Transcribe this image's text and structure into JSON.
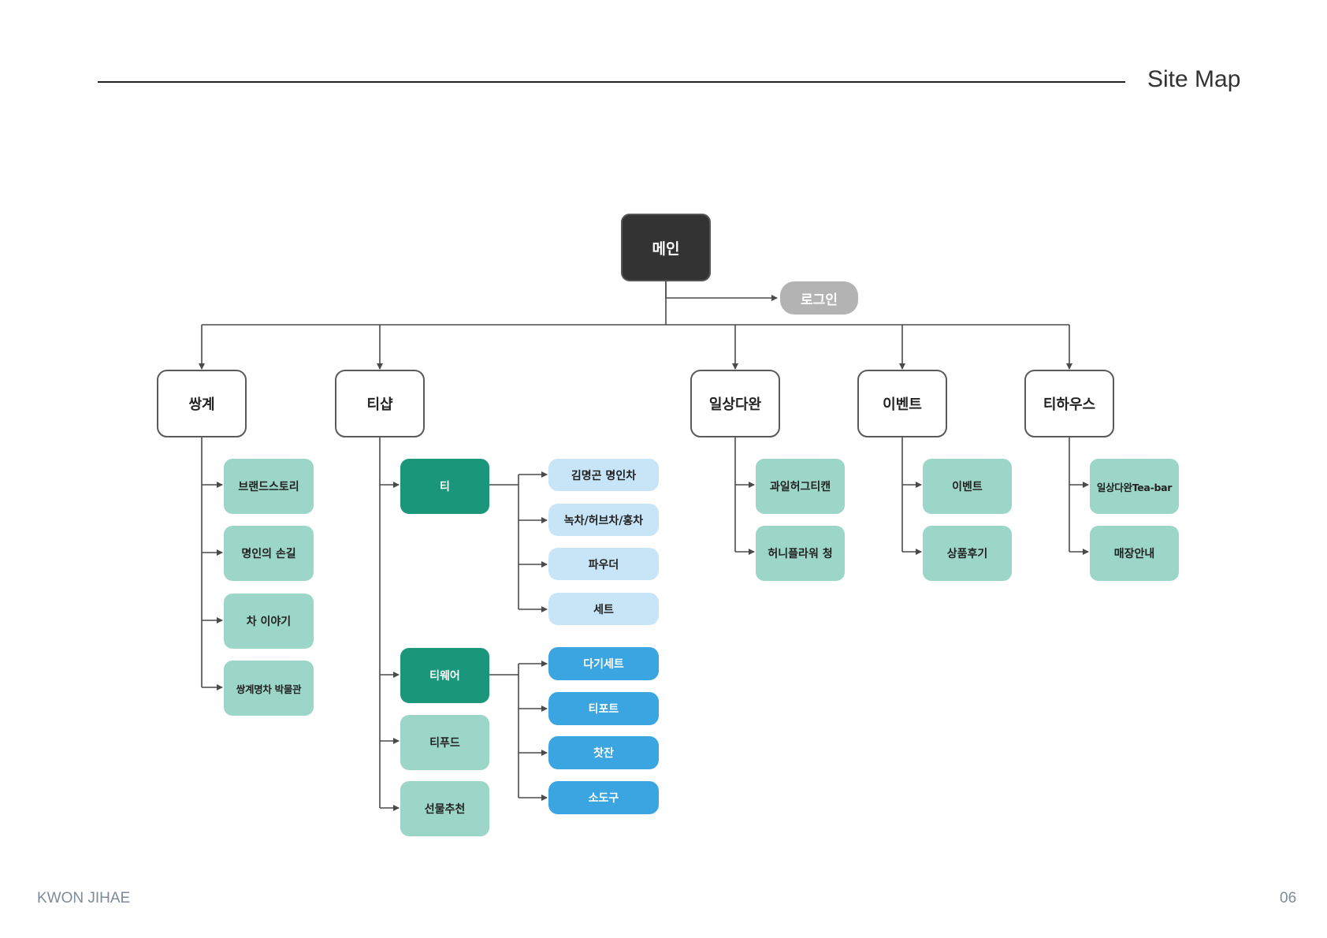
{
  "header": {
    "title": "Site Map"
  },
  "footer": {
    "author": "KWON JIHAE",
    "page": "06"
  },
  "sitemap": {
    "root": "메인",
    "login": "로그인",
    "categories": {
      "ssanggye": "쌍계",
      "tishop": "티샵",
      "ilsang": "일상다완",
      "event": "이벤트",
      "teahouse": "티하우스"
    },
    "ssanggye_items": [
      "브랜드스토리",
      "명인의 손길",
      "차 이야기",
      "쌍계명차 박물관"
    ],
    "tishop_items": [
      "티",
      "티웨어",
      "티푸드",
      "선물추천"
    ],
    "tea_items": [
      "김명곤 명인차",
      "녹차/허브차/홍차",
      "파우더",
      "세트"
    ],
    "teaware_items": [
      "다기세트",
      "티포트",
      "찻잔",
      "소도구"
    ],
    "ilsang_items": [
      "과일허그티캔",
      "허니플라워 청"
    ],
    "event_items": [
      "이벤트",
      "상품후기"
    ],
    "teahouse_items": [
      "일상다완Tea-bar",
      "매장안내"
    ]
  }
}
